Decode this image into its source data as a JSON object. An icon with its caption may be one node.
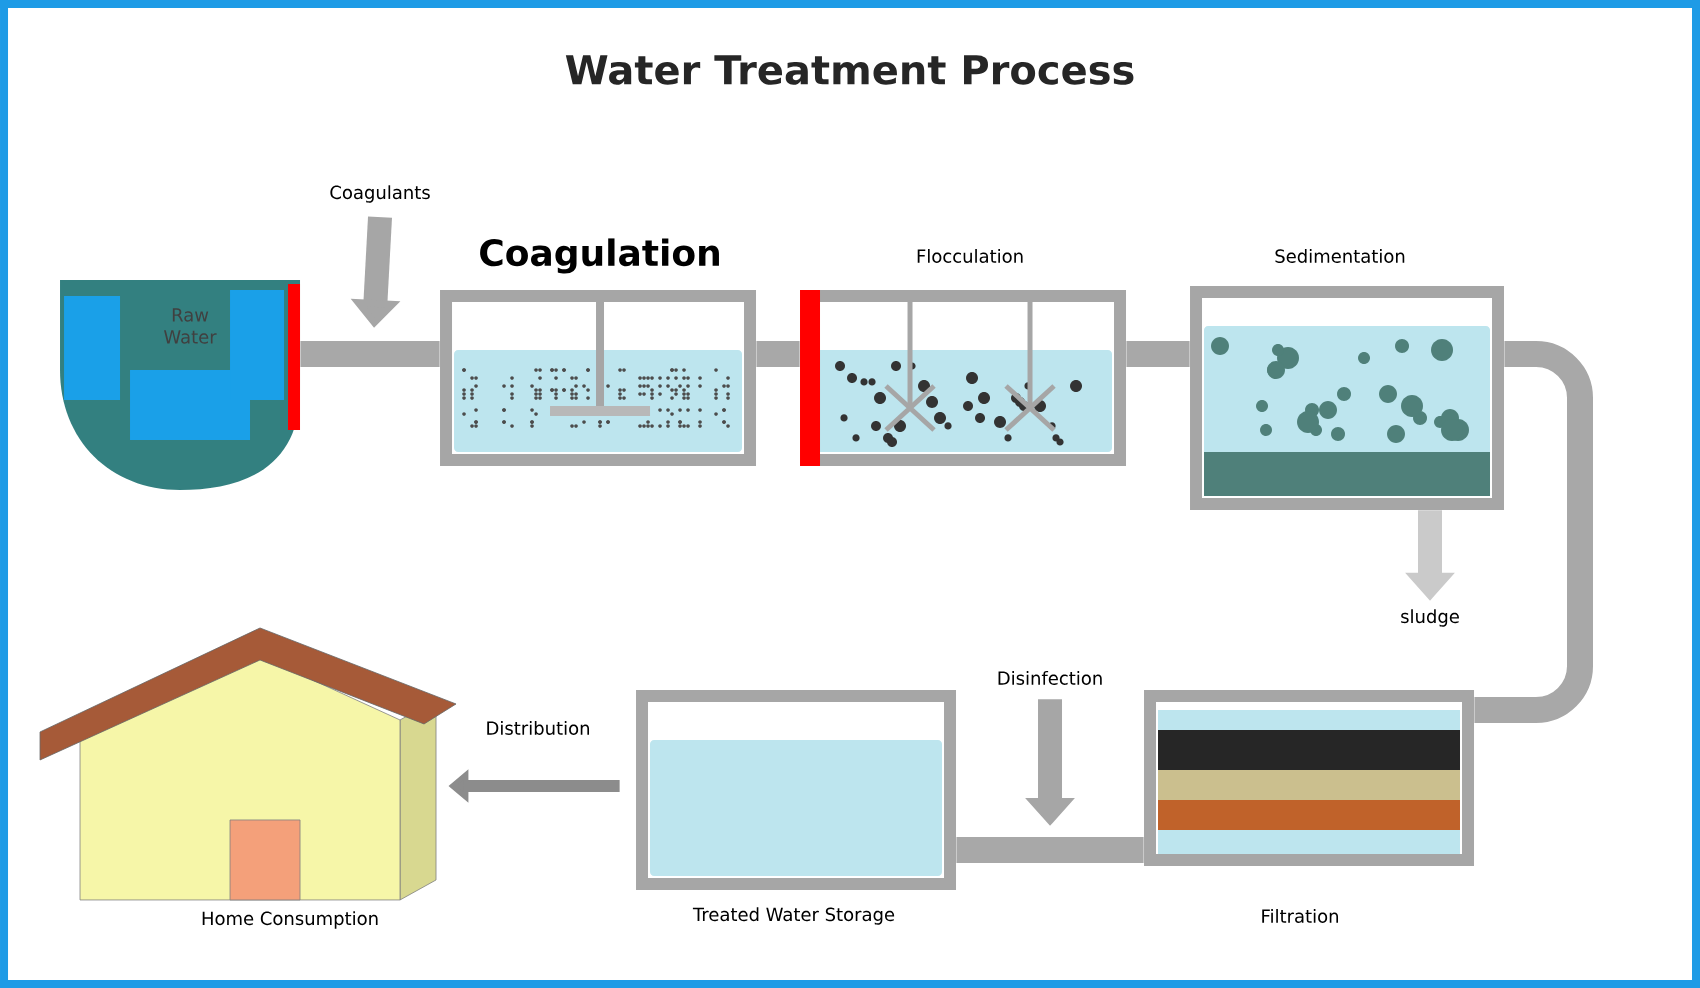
{
  "diagram": {
    "title": "Water Treatment Process",
    "nodes": [
      {
        "text": [
          "Raw Water"
        ]
      },
      {
        "text": [
          "Coagulation"
        ]
      },
      {
        "text": [
          "Flocculation"
        ]
      },
      {
        "text": [
          "Sedimentation"
        ]
      },
      {
        "text": [
          "Filtration"
        ]
      },
      {
        "text": [
          "Treated Water Storage"
        ]
      },
      {
        "text": [
          "Home Consumption"
        ]
      },
      {
        "text": [
          "Coagulants"
        ]
      },
      {
        "text": [
          "sludge"
        ]
      },
      {
        "text": [
          "Disinfection"
        ]
      }
    ],
    "edges": [
      {
        "from": 0,
        "to": 1,
        "arrow": "none"
      },
      {
        "from": 1,
        "to": 2,
        "arrow": "none"
      },
      {
        "from": 2,
        "to": 3,
        "arrow": "none"
      },
      {
        "from": 3,
        "to": 4,
        "arrow": "none"
      },
      {
        "from": 4,
        "to": 5,
        "arrow": "none"
      },
      {
        "from": 5,
        "to": 6,
        "arrow": "to",
        "label": "Distribution"
      },
      {
        "from": 7,
        "to": null,
        "arrow": "to"
      },
      {
        "from": 3,
        "to": 8,
        "arrow": "to"
      },
      {
        "from": 9,
        "to": null,
        "arrow": "to"
      }
    ]
  }
}
